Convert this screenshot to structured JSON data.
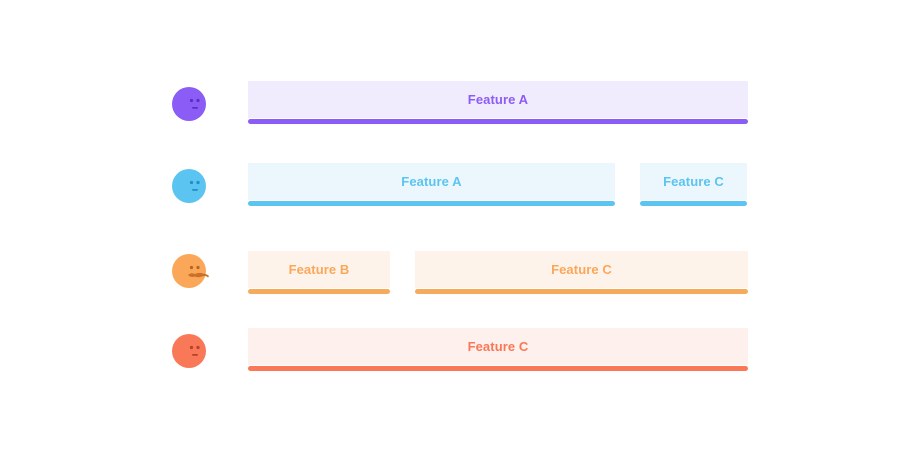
{
  "rows": [
    {
      "color": "#8b5cf6",
      "tint": "#f1ecfd",
      "face": "neutral-face-icon",
      "bars": [
        {
          "label": "Feature A"
        }
      ]
    },
    {
      "color": "#5bc4f1",
      "tint": "#ebf7fd",
      "face": "neutral-face-icon",
      "bars": [
        {
          "label": "Feature A"
        },
        {
          "label": "Feature C"
        }
      ]
    },
    {
      "color": "#fba75a",
      "tint": "#fef3ea",
      "face": "mustache-face-icon",
      "bars": [
        {
          "label": "Feature B"
        },
        {
          "label": "Feature C"
        }
      ]
    },
    {
      "color": "#f97857",
      "tint": "#fef0ec",
      "face": "neutral-face-icon",
      "bars": [
        {
          "label": "Feature C"
        }
      ]
    }
  ]
}
